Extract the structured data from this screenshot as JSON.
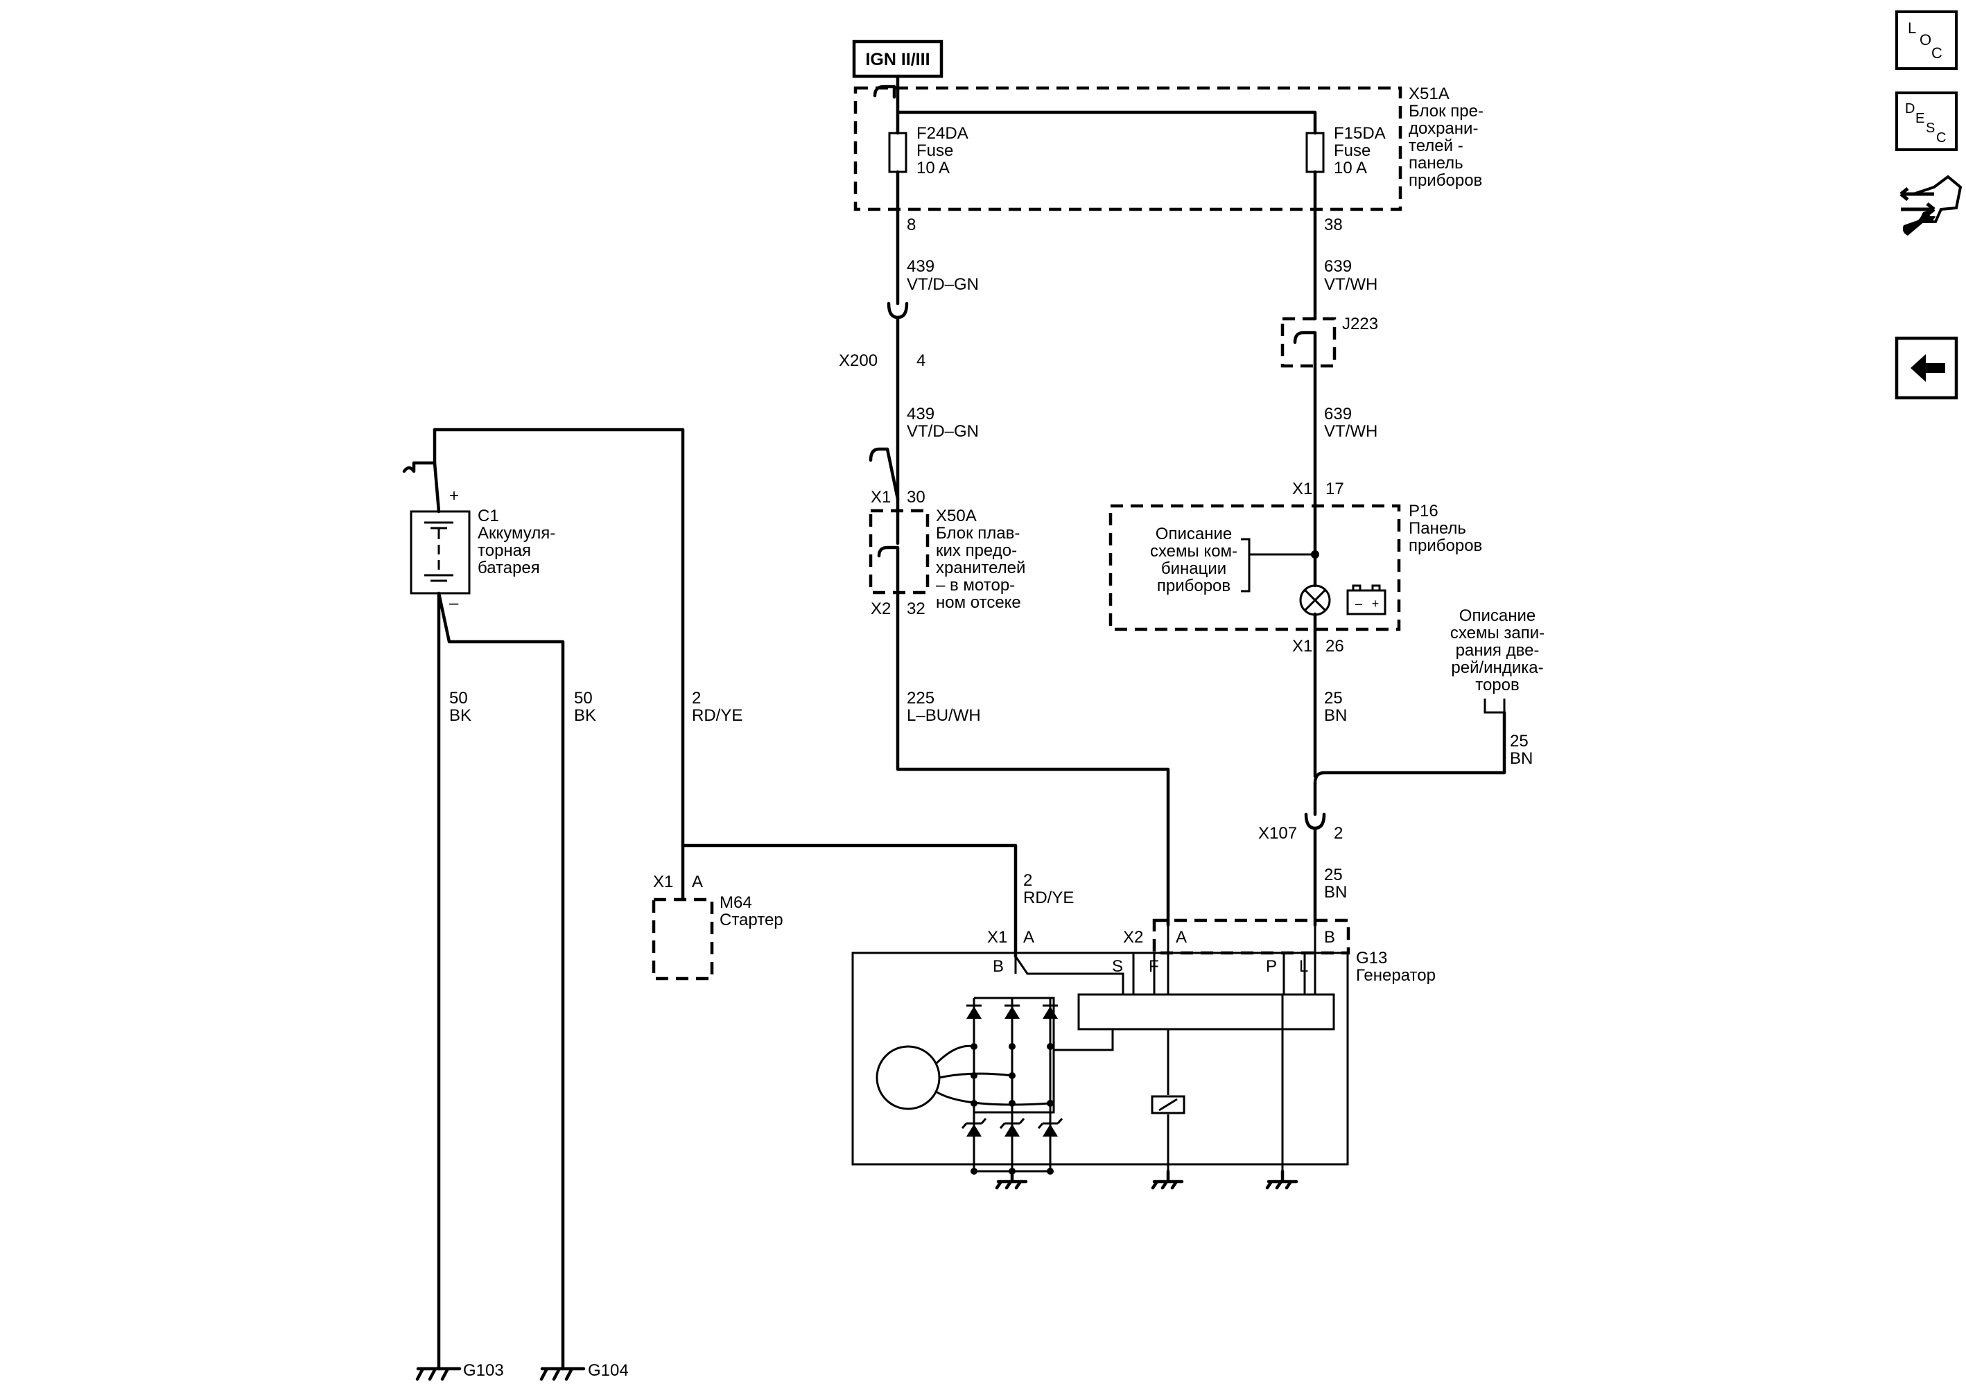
{
  "ign": "IGN II/III",
  "fuse_block": {
    "id": "X51A",
    "lines": [
      "Блок пре-",
      "дохрани-",
      "телей -",
      "панель",
      "приборов"
    ]
  },
  "fuse_left": {
    "id": "F24DA",
    "label": "Fuse",
    "rating": "10 A"
  },
  "fuse_right": {
    "id": "F15DA",
    "label": "Fuse",
    "rating": "10 A"
  },
  "pins": {
    "fuse_left": "8",
    "fuse_right": "38",
    "x200_pin": "4",
    "x50a_x1_pin": "30",
    "x50a_x2_pin": "32",
    "p16_x1_pin": "17",
    "p16_x2_pin": "26",
    "x107_pin": "2",
    "m64_pin": "A",
    "g13_x1_pin": "A",
    "g13_x2_a": "A",
    "g13_x2_b": "B"
  },
  "connectors": {
    "x200": "X200",
    "x107": "X107",
    "x1": "X1",
    "x2": "X2"
  },
  "splice": "J223",
  "wires": {
    "w439_num": "439",
    "w439_color": "VT/D–GN",
    "w639_num": "639",
    "w639_color": "VT/WH",
    "w225_num": "225",
    "w225_color": "L–BU/WH",
    "w25_num": "25",
    "w25_color": "BN",
    "w2_num": "2",
    "w2_color": "RD/YE",
    "w50_num": "50",
    "w50_color": "BK"
  },
  "battery": {
    "id": "C1",
    "lines": [
      "Аккумуля-",
      "торная",
      "батарея"
    ],
    "plus": "+",
    "minus": "–"
  },
  "x50a": {
    "id": "X50A",
    "lines": [
      "Блок плав-",
      "ких предо-",
      "хранителей",
      "– в мотор-",
      "ном отсеке"
    ]
  },
  "p16": {
    "id": "P16",
    "lines": [
      "Панель",
      "приборов"
    ],
    "desc": [
      "Описание",
      "схемы ком-",
      "бинации",
      "приборов"
    ],
    "batt_symbol": [
      "–",
      "+"
    ]
  },
  "door_ref": {
    "lines": [
      "Описание",
      "схемы запи-",
      "рания две-",
      "рей/индика-",
      "торов"
    ]
  },
  "starter": {
    "id": "M64",
    "name": "Стартер"
  },
  "generator": {
    "id": "G13",
    "name": "Генератор",
    "terminals": [
      "B",
      "S",
      "F",
      "P",
      "L"
    ]
  },
  "grounds": {
    "g103": "G103",
    "g104": "G104"
  },
  "side_buttons": {
    "loc": [
      "L",
      "O",
      "C"
    ],
    "desc": [
      "D",
      "E",
      "S",
      "C"
    ]
  }
}
